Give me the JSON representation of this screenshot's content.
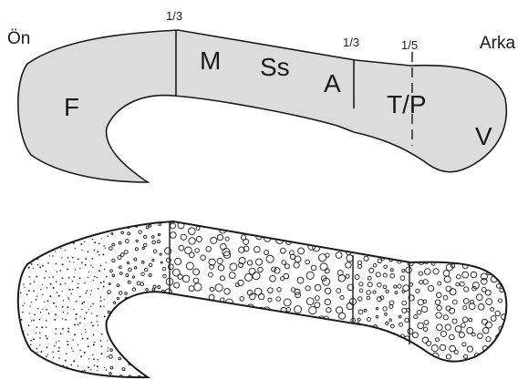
{
  "colors": {
    "fill": "#dcdcdc",
    "stroke": "#1a1a1a",
    "background": "#ffffff"
  },
  "orientation": {
    "front": "Ön",
    "back": "Arka"
  },
  "fractions": {
    "first_third": "1/3",
    "second_third": "1/3",
    "fifth": "1/5"
  },
  "regions": [
    {
      "id": "F",
      "label": "F"
    },
    {
      "id": "M",
      "label": "M"
    },
    {
      "id": "Ss",
      "label": "Ss"
    },
    {
      "id": "A",
      "label": "A"
    },
    {
      "id": "TP",
      "label": "T/P"
    },
    {
      "id": "V",
      "label": "V"
    }
  ]
}
